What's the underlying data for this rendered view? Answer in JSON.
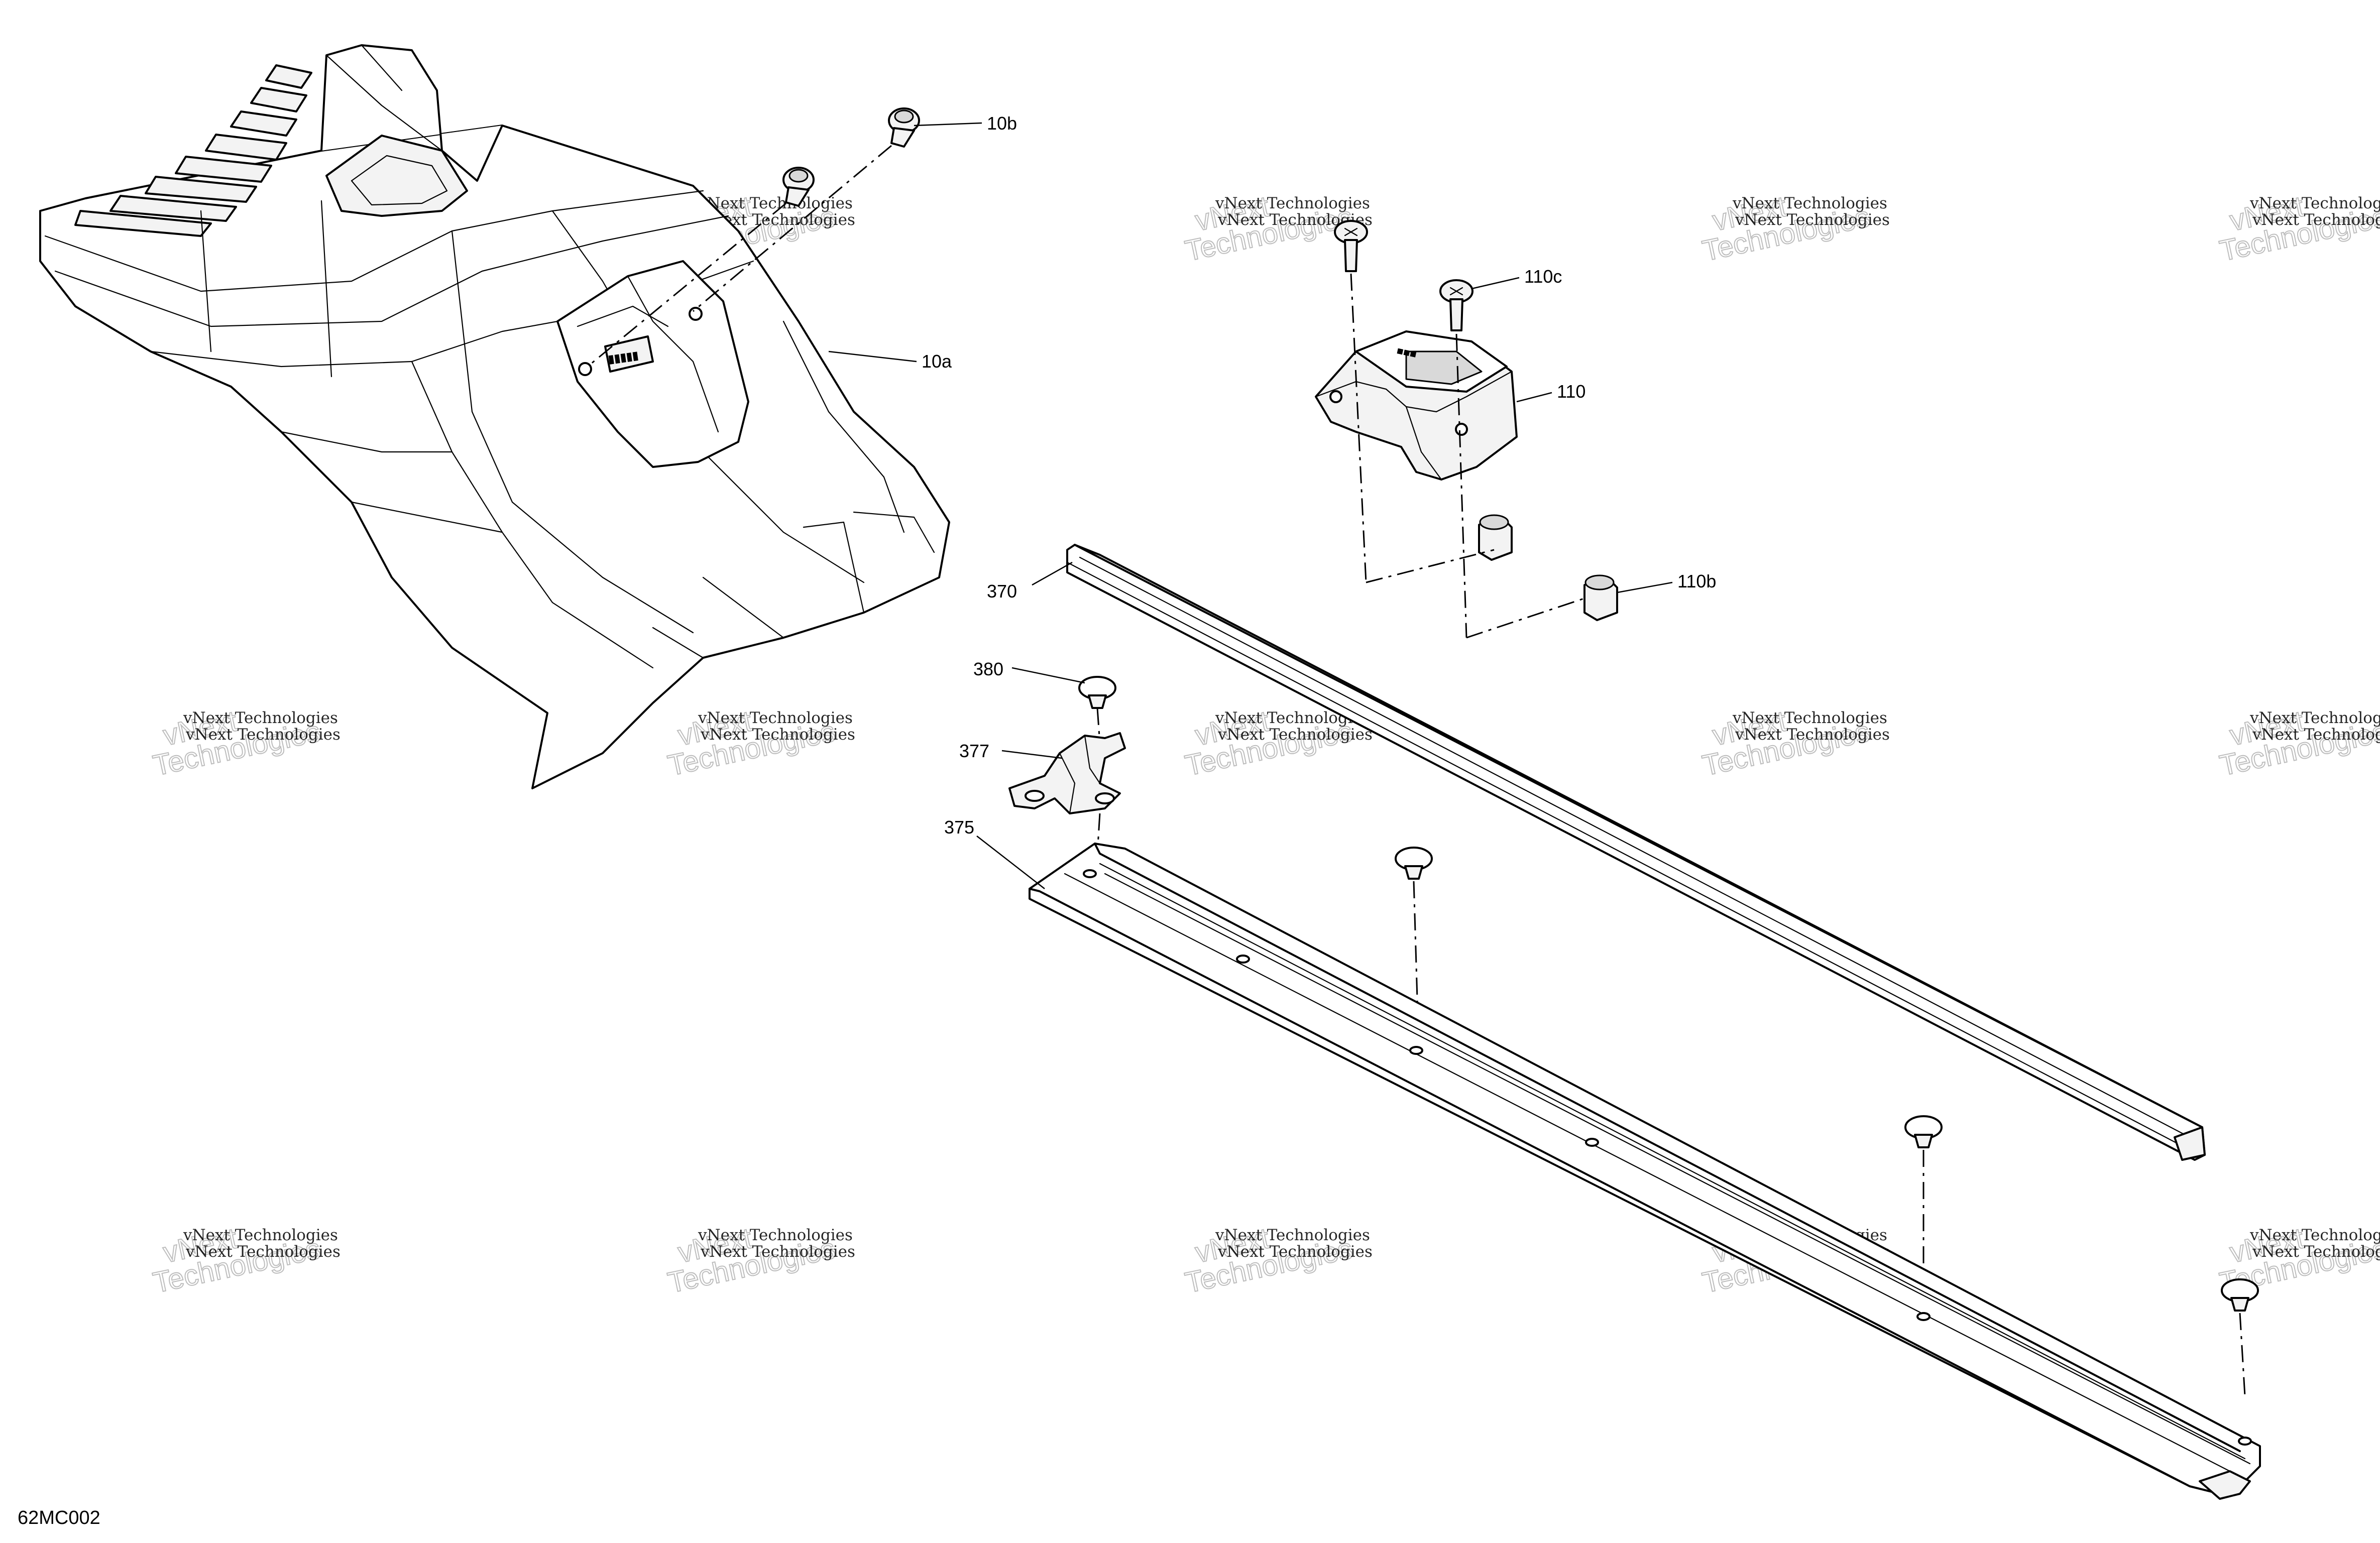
{
  "diagram_code": "62MC002",
  "watermark": {
    "line1": "vNext Technologies",
    "line2a": "vNext",
    "line2b": "Technologies"
  },
  "callouts": {
    "c_10b": "10b",
    "c_10a": "10a",
    "c_110c": "110c",
    "c_110": "110",
    "c_110b": "110b",
    "c_370": "370",
    "c_380": "380",
    "c_377": "377",
    "c_375": "375"
  }
}
